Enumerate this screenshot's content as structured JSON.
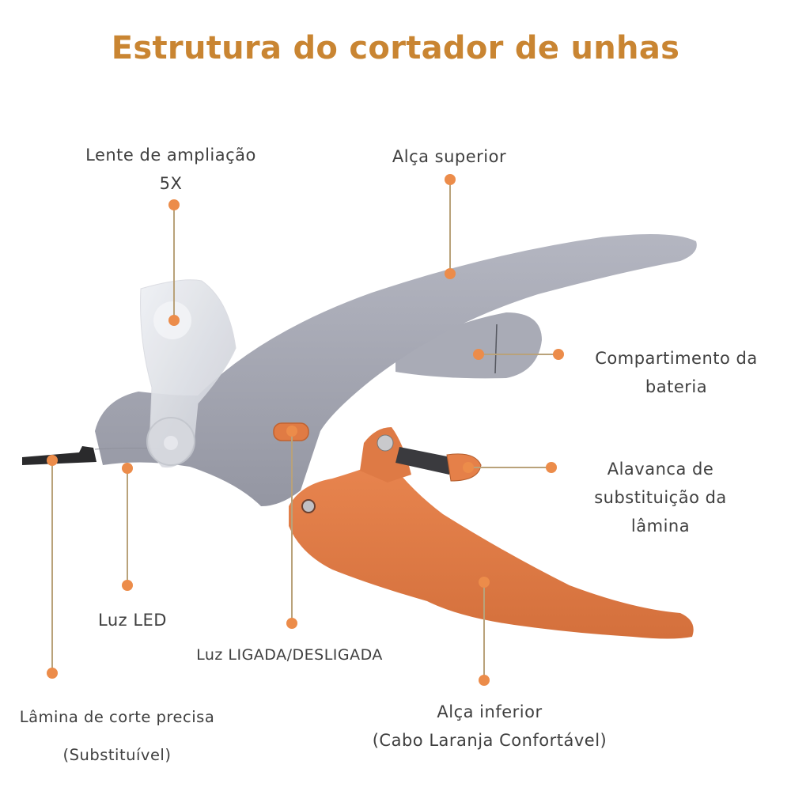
{
  "title": "Estrutura do cortador de unhas",
  "colors": {
    "title": "#c98532",
    "label_text": "#3f3f3f",
    "callout_dot": "#ec8c4a",
    "callout_line": "#b9a27a",
    "upper_handle": "#a3a5b0",
    "lower_handle": "#de7a45",
    "background": "#ffffff"
  },
  "callouts": [
    {
      "id": "magnifier",
      "lines": [
        "Lente de ampliação",
        "5X"
      ]
    },
    {
      "id": "upper_handle",
      "lines": [
        "Alça superior"
      ]
    },
    {
      "id": "battery",
      "lines": [
        "Compartimento da",
        "bateria"
      ]
    },
    {
      "id": "blade_lever",
      "lines": [
        "Alavanca de",
        "substituição da",
        "lâmina"
      ]
    },
    {
      "id": "led",
      "lines": [
        "Luz LED"
      ]
    },
    {
      "id": "power",
      "lines": [
        "Luz LIGADA/DESLIGADA"
      ]
    },
    {
      "id": "blade",
      "lines": [
        "Lâmina de corte precisa",
        "(Substituível)"
      ]
    },
    {
      "id": "lower_handle",
      "lines": [
        "Alça inferior",
        "(Cabo Laranja Confortável)"
      ]
    }
  ]
}
